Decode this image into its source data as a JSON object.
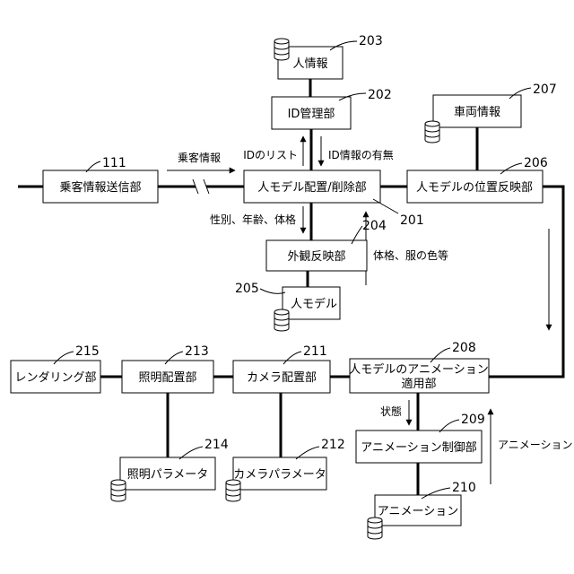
{
  "blocks": {
    "b203": "人情報",
    "b202": "ID管理部",
    "b207": "車両情報",
    "b111": "乗客情報送信部",
    "b201": "人モデル配置/削除部",
    "b206": "人モデルの位置反映部",
    "b204": "外観反映部",
    "b205": "人モデル",
    "b215": "レンダリング部",
    "b213": "照明配置部",
    "b211": "カメラ配置部",
    "b208_line1": "人モデルのアニメーション",
    "b208_line2": "適用部",
    "b209": "アニメーション制御部",
    "b214": "照明パラメータ",
    "b212": "カメラパラメータ",
    "b210": "アニメーション"
  },
  "annotations": {
    "passenger_info": "乗客情報",
    "id_list": "IDのリスト",
    "id_info": "ID情報の有無",
    "gender_age_build": "性別、年齢、体格",
    "build_clothes": "体格、服の色等",
    "state": "状態",
    "animation": "アニメーション"
  },
  "refs": {
    "r203": "203",
    "r202": "202",
    "r207": "207",
    "r111": "111",
    "r206": "206",
    "r201": "201",
    "r204": "204",
    "r205": "205",
    "r215": "215",
    "r213": "213",
    "r211": "211",
    "r208": "208",
    "r209": "209",
    "r214": "214",
    "r212": "212",
    "r210": "210"
  }
}
